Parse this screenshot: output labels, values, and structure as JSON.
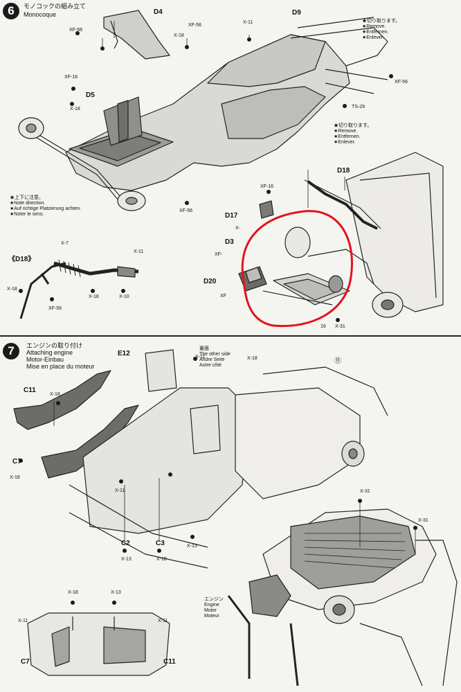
{
  "step6": {
    "number": "6",
    "title_jp": "モノコックの組み立て",
    "title_en": "Monocoque",
    "parts": {
      "d4": "D4",
      "d9": "D9",
      "d5": "D5",
      "d18": "D18",
      "d17": "D17",
      "d3": "D3",
      "d20": "D20",
      "d18_detail": "《D18》"
    },
    "screws": {
      "xf56_a": "XF-56",
      "x18_a": "X-18",
      "xf56_b": "XF-56",
      "x11_a": "X-11",
      "xf16_a": "XF-16",
      "x18_b": "X-18",
      "xf56_c": "XF-56",
      "ts29": "TS-29",
      "xf56_d": "XF-56",
      "xf16_b": "XF-16",
      "x_partial1": "X-",
      "xf_partial1": "XF-",
      "xf_partial2": "XF",
      "x_16": "16",
      "x31": "X-31",
      "x7": "X-7",
      "x11_b": "X-11",
      "x18_c": "X-18",
      "xf56_e": "XF-56",
      "x18_d": "X-18",
      "x10": "X-10"
    },
    "remove_note_1": [
      "★切り取ります。",
      "★Remove.",
      "★Entfernen.",
      "★Enlever."
    ],
    "remove_note_2": [
      "★切り取ります。",
      "★Remove.",
      "★Entfernen.",
      "★Enlever."
    ],
    "direction_note": [
      "★上下に注意。",
      "★Note direction.",
      "★Auf richtige Platzierung achten.",
      "★Noter le sens."
    ]
  },
  "step7": {
    "number": "7",
    "title_jp": "エンジンの取り付け",
    "title_en": "Attaching engine",
    "title_de": "Motor-Einbau",
    "title_fr": "Mise en place du moteur",
    "parts": {
      "e12": "E12",
      "c11_a": "C11",
      "c7_a": "C7",
      "c2": "C2",
      "c3": "C3",
      "c7_b": "C7",
      "c11_b": "C11"
    },
    "other_side": [
      "裏面",
      "The other side",
      "Andre Seite",
      "Autre côté"
    ],
    "engine_label": [
      "エンジン",
      "Engine",
      "Motor",
      "Moteur"
    ],
    "screws": {
      "x11_a": "X-11",
      "x18_a": "X-18",
      "x18_b": "X-18",
      "x18_c": "X-18",
      "x11_b": "X-11",
      "x13_a": "X-13",
      "x18_d": "X-18",
      "x13_b": "X-13",
      "x31_a": "X-31",
      "x31_b": "X-31",
      "x18_e": "X-18",
      "x13_c": "X-13",
      "x11_c": "X-11",
      "x11_d": "X-11",
      "sym": "⑪"
    }
  },
  "highlight_color": "#e0141a"
}
